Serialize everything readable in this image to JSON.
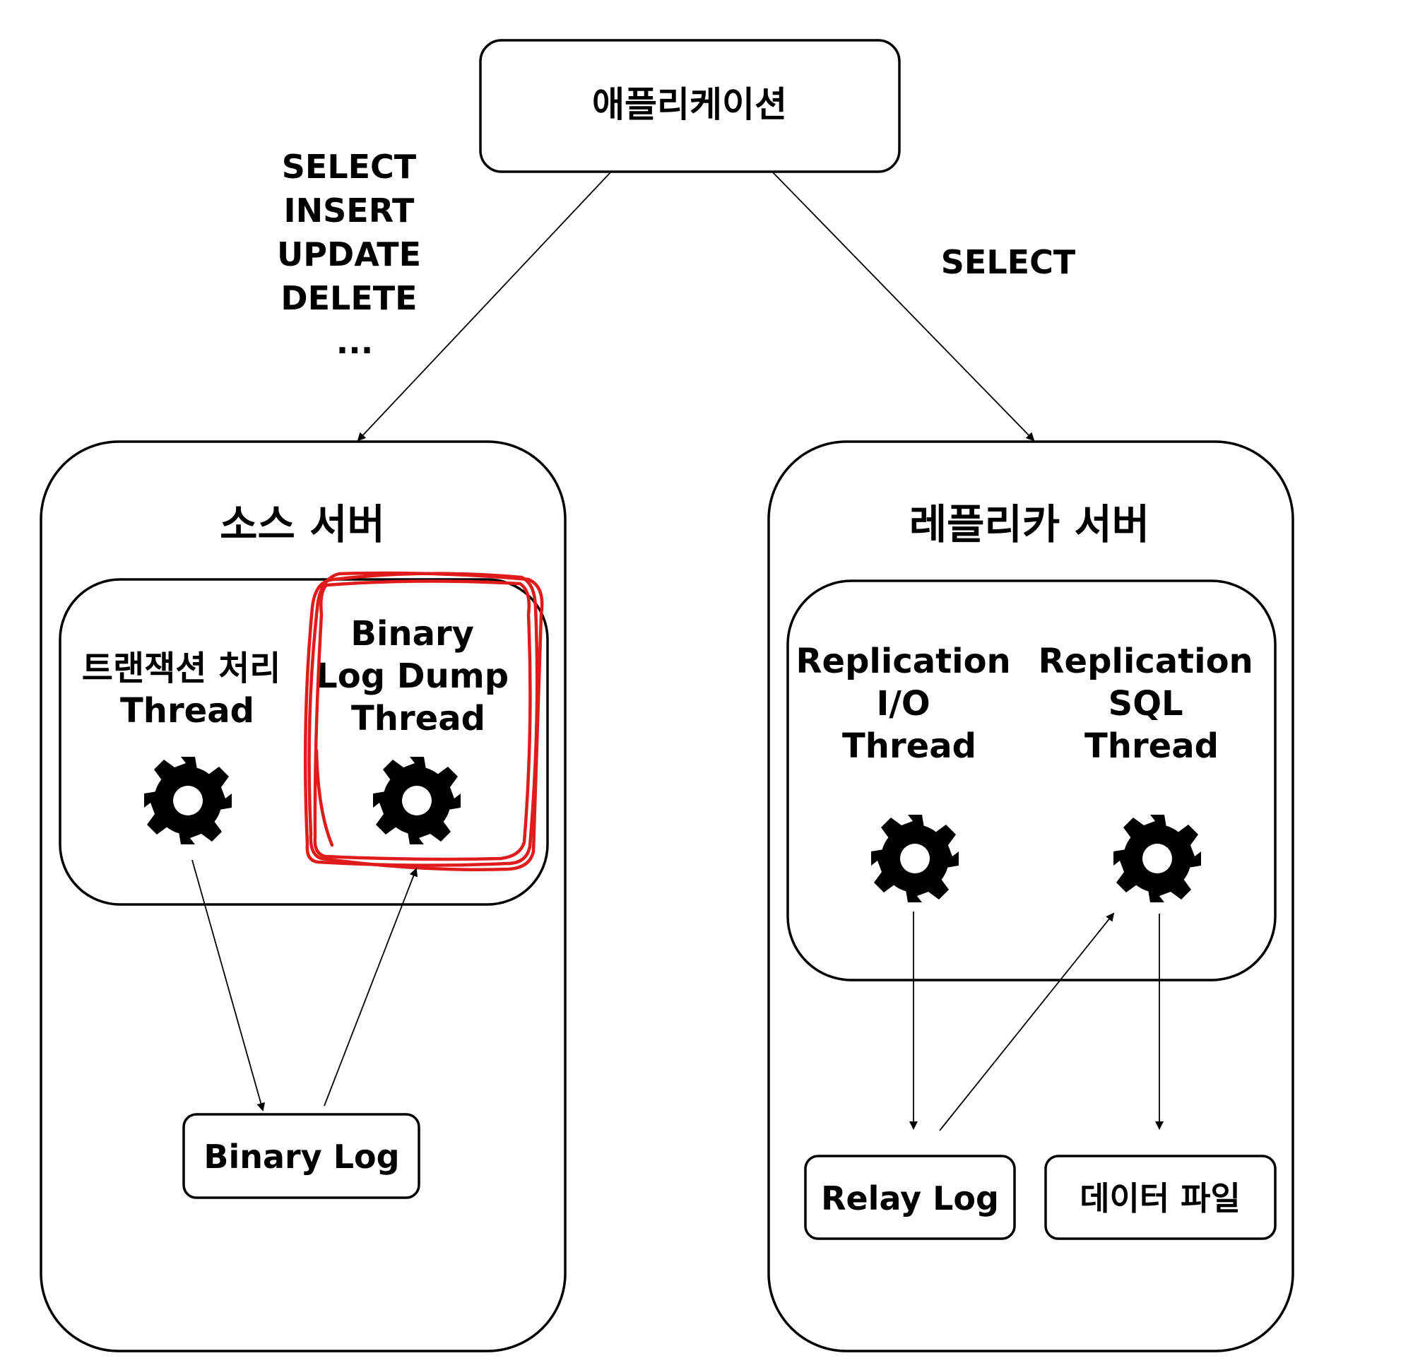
{
  "nodes": {
    "application": {
      "label": "애플리케이션"
    },
    "source_server": {
      "label": "소스 서버"
    },
    "replica_server": {
      "label": "레플리카 서버"
    },
    "transaction_thread": {
      "lines": [
        "트랜잭션 처리",
        "Thread"
      ]
    },
    "binlog_dump_thread": {
      "lines": [
        "Binary",
        "Log Dump",
        "Thread"
      ]
    },
    "io_thread": {
      "lines": [
        "Replication",
        "I/O",
        "Thread"
      ]
    },
    "sql_thread": {
      "lines": [
        "Replication",
        "SQL",
        "Thread"
      ]
    },
    "binary_log": {
      "label": "Binary Log"
    },
    "relay_log": {
      "label": "Relay Log"
    },
    "data_file": {
      "label": "데이터 파일"
    }
  },
  "edge_labels": {
    "to_source": [
      "SELECT",
      "INSERT",
      "UPDATE",
      "DELETE",
      "..."
    ],
    "to_replica": [
      "SELECT"
    ]
  },
  "edges": [
    {
      "from": "application",
      "to": "source_server"
    },
    {
      "from": "application",
      "to": "replica_server"
    },
    {
      "from": "transaction_thread",
      "to": "binary_log"
    },
    {
      "from": "binary_log",
      "to": "binlog_dump_thread"
    },
    {
      "from": "io_thread",
      "to": "relay_log"
    },
    {
      "from": "relay_log",
      "to": "sql_thread"
    },
    {
      "from": "sql_thread",
      "to": "data_file"
    }
  ],
  "icons": [
    "gear-icon",
    "gear-icon",
    "gear-icon",
    "gear-icon"
  ],
  "colors": {
    "line": "#000000",
    "highlight": "#e01b1b",
    "background": "#ffffff"
  }
}
